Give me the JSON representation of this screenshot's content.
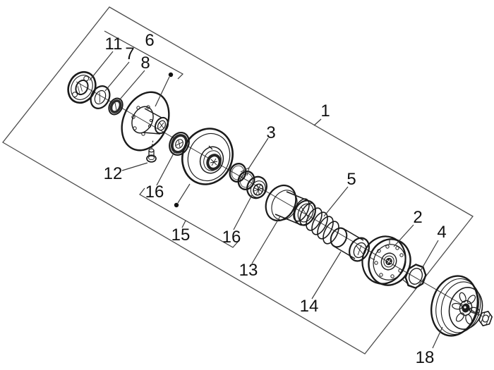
{
  "canvas": {
    "background": "#ffffff",
    "part_line_color": "#1a1a1a",
    "frame_color": "#4d4d4d"
  },
  "callouts": {
    "n1": "1",
    "n2": "2",
    "n3": "3",
    "n4": "4",
    "n5": "5",
    "n6": "6",
    "n7": "7",
    "n8": "8",
    "n11": "11",
    "n12": "12",
    "n13": "13",
    "n14": "14",
    "n15": "15",
    "n16a": "16",
    "n16b": "16",
    "n18": "18"
  }
}
